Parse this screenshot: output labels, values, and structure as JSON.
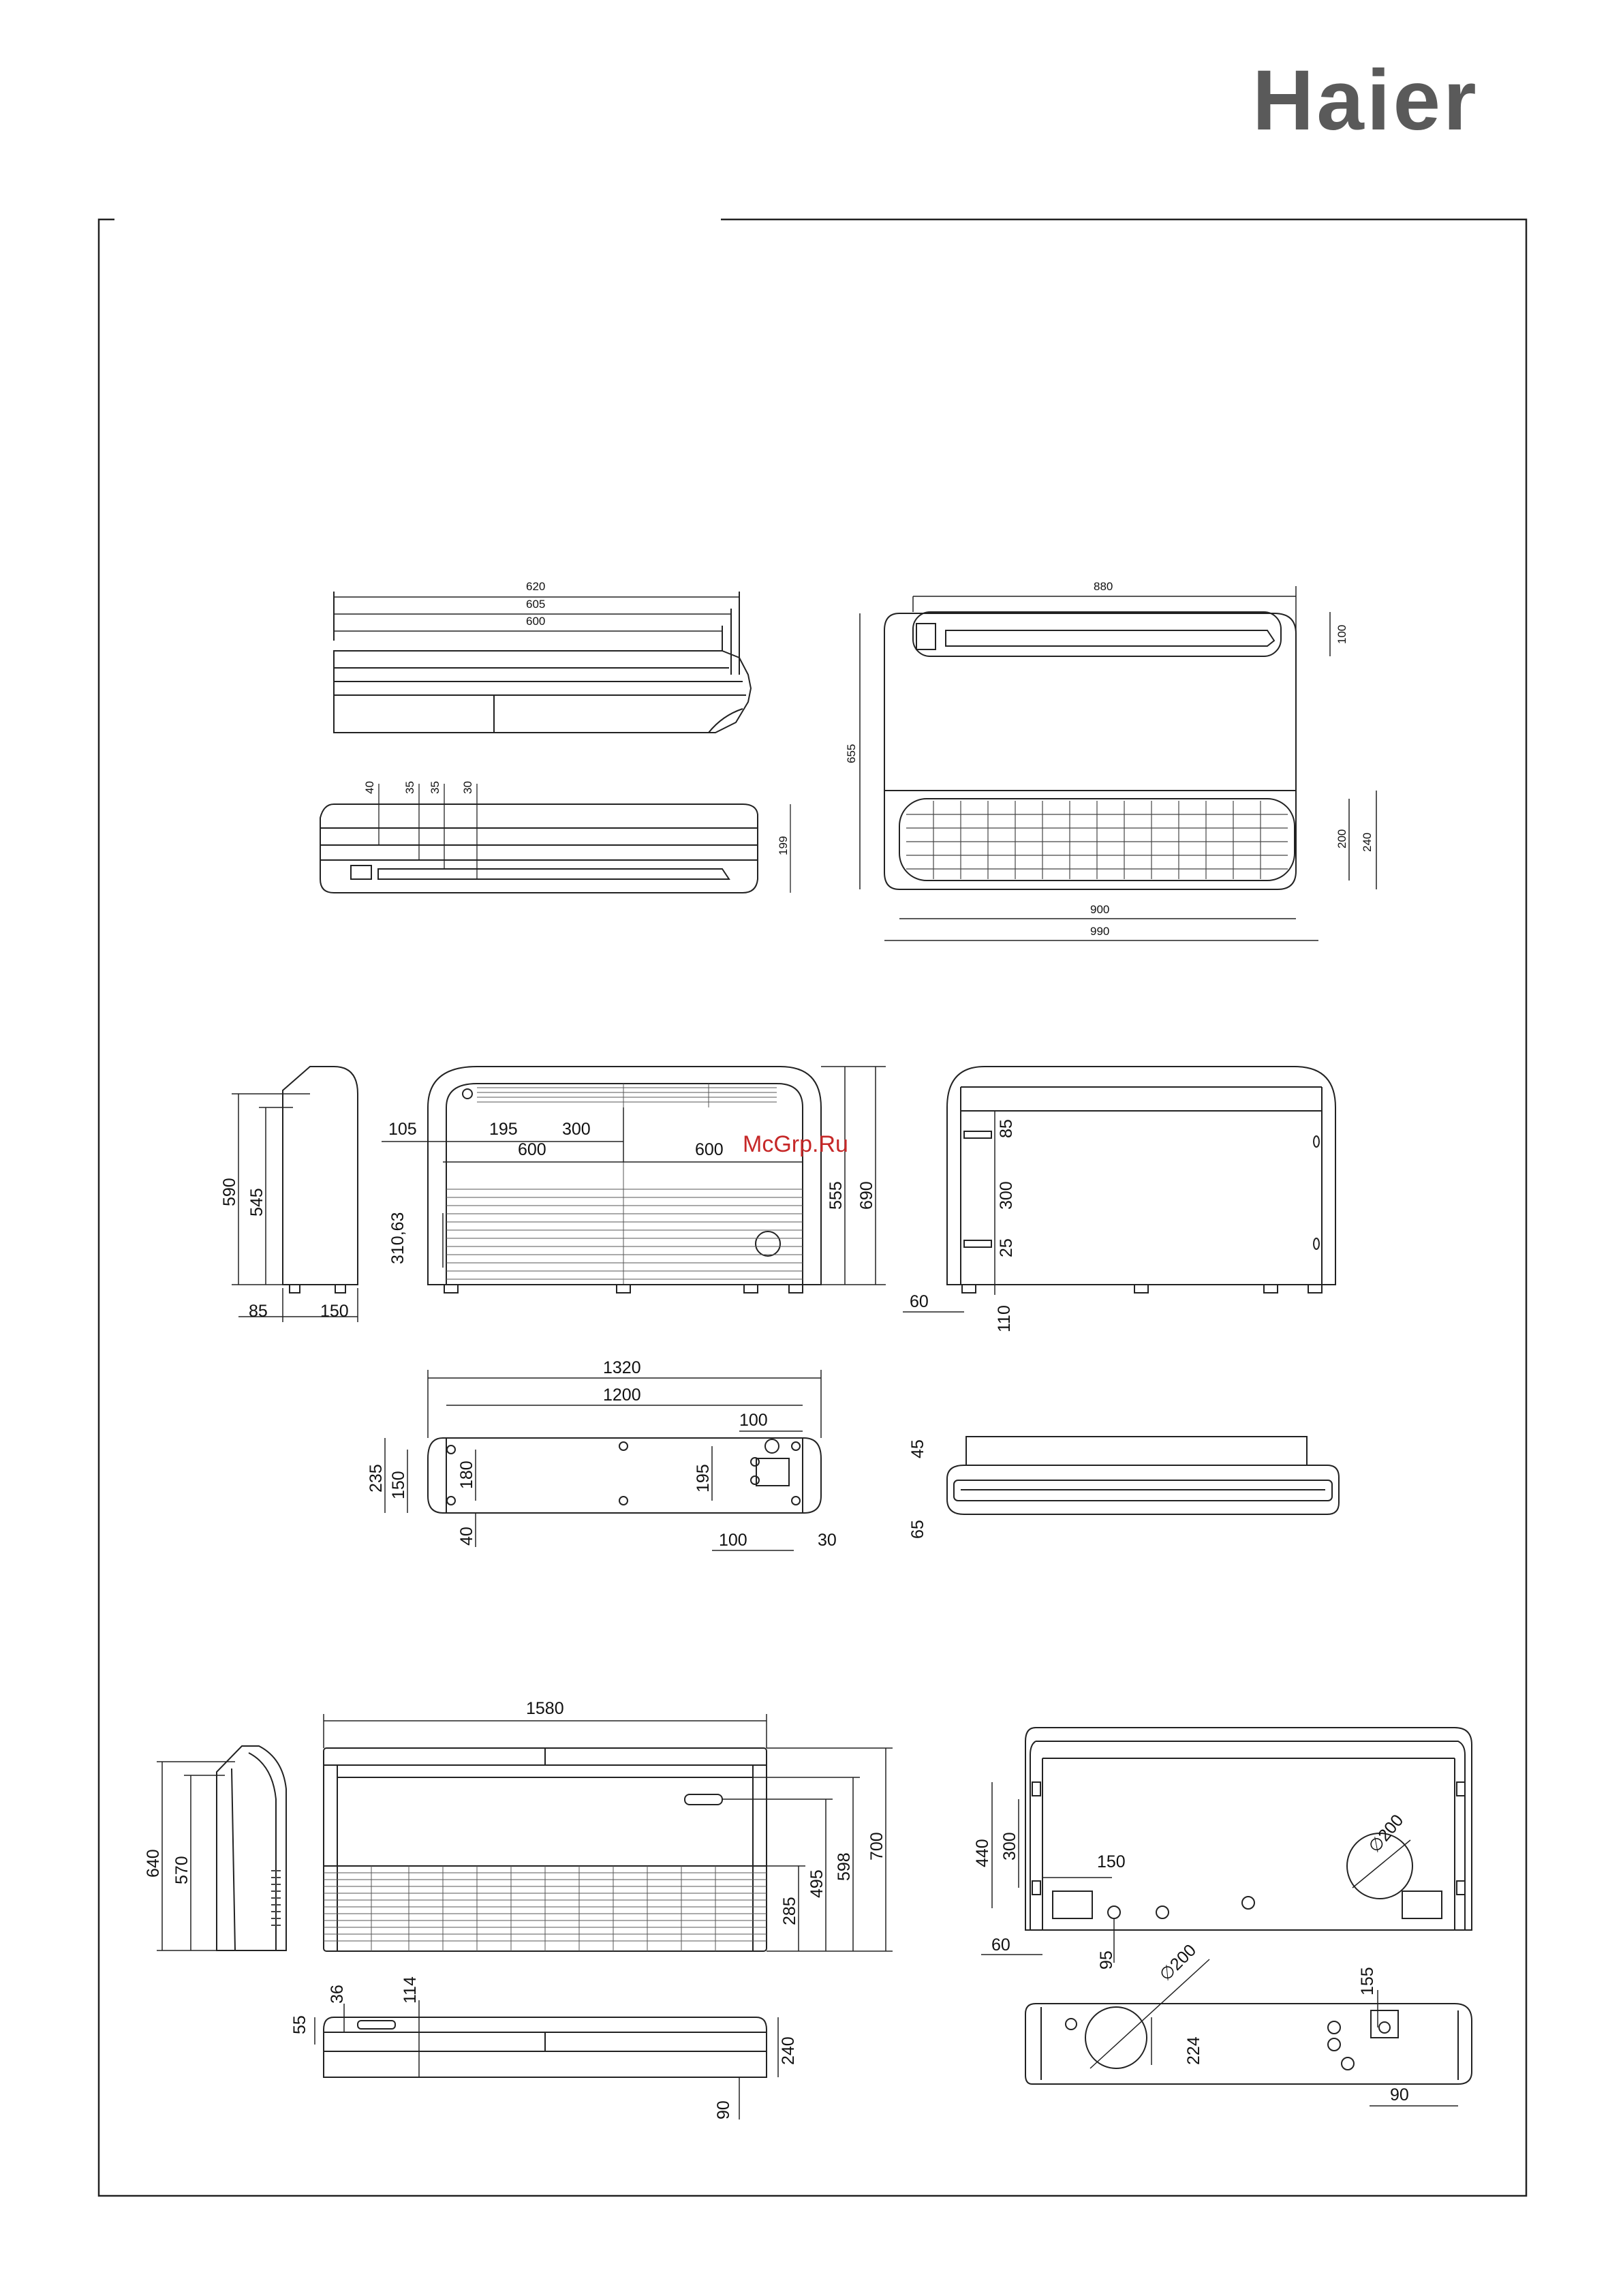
{
  "brand": {
    "logo_text": "Haier"
  },
  "watermark": "McGrp.Ru",
  "units": [
    {
      "id": "unit-small",
      "dims_top_view": [
        "620",
        "605",
        "600"
      ],
      "dims_front_spacing": [
        "40",
        "35",
        "35",
        "30"
      ],
      "dim_depth": "199",
      "dim_width": "880",
      "dim_height": "655",
      "dim_outlet": "100",
      "dim_grille_inner": "200",
      "dim_grille_outer": "240",
      "dim_grille_width": "900",
      "dim_overall_width": "990"
    },
    {
      "id": "unit-medium",
      "side_dims": [
        "590",
        "545",
        "85",
        "150"
      ],
      "front_dims": [
        "105",
        "195",
        "300",
        "600",
        "600",
        "310,63",
        "555",
        "690"
      ],
      "rear_dims": [
        "85",
        "300",
        "25",
        "60",
        "110"
      ],
      "bottom_dims": [
        "1320",
        "1200",
        "100",
        "235",
        "150",
        "180",
        "195",
        "40",
        "100",
        "30"
      ],
      "top_dims": [
        "45",
        "65"
      ]
    },
    {
      "id": "unit-large",
      "front_dims": [
        "1580",
        "640",
        "570",
        "285",
        "495",
        "598",
        "700"
      ],
      "rear_dims": [
        "440",
        "300",
        "150",
        "∅200",
        "60",
        "95"
      ],
      "bottom_dims": [
        "55",
        "36",
        "114",
        "240",
        "90"
      ],
      "top_dims": [
        "∅200",
        "224",
        "155",
        "90"
      ]
    }
  ]
}
